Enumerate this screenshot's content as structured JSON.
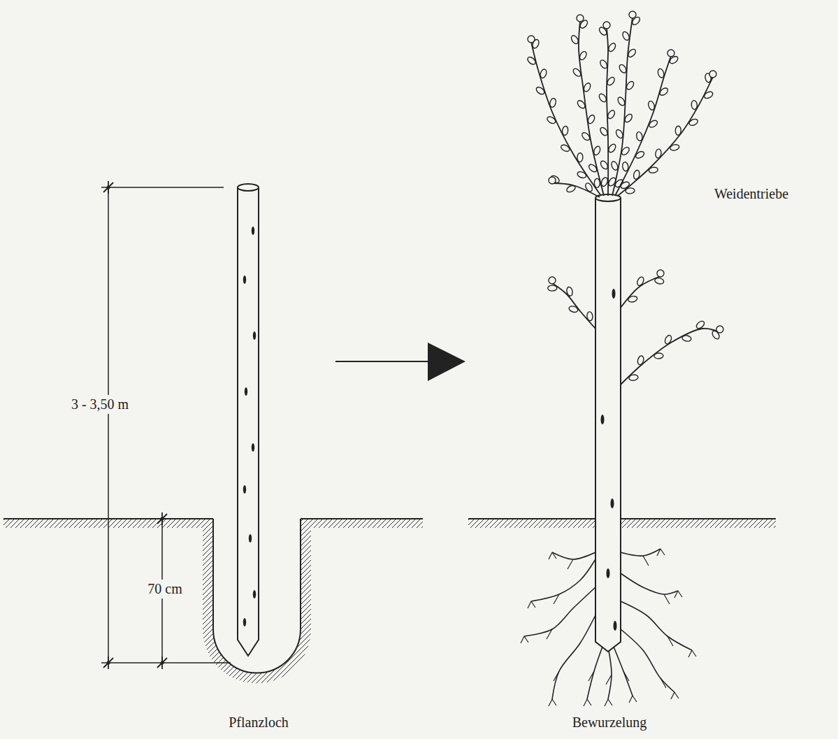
{
  "diagram": {
    "labels": [
      "3 - 3,50 m",
      "70 cm",
      "Weidentriebe",
      "Pflanzloch",
      "Bewurzelung"
    ]
  }
}
